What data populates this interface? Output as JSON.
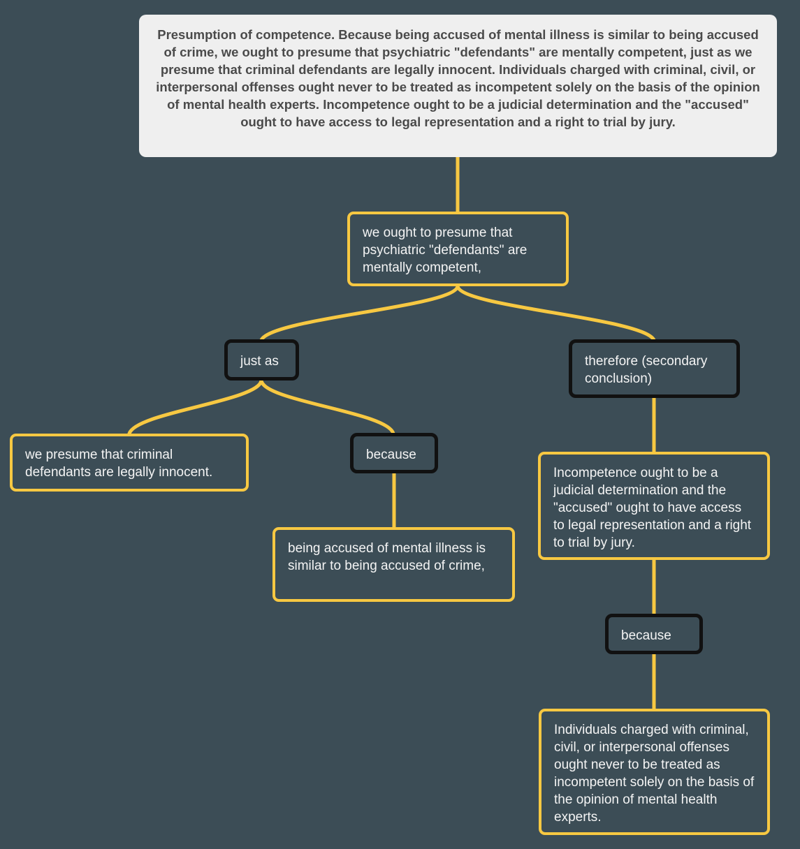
{
  "colors": {
    "background": "#3c4d56",
    "root_fill": "#efefef",
    "root_text": "#4a4a4a",
    "claim_border": "#f7c842",
    "link_line": "#f7c842",
    "connector_border": "#111111",
    "node_text": "#f4f4f4"
  },
  "root": {
    "text": "Presumption of competence. Because being accused of mental illness is similar to being accused of crime, we ought to presume that psychiatric \"defendants\" are mentally competent, just as we presume that criminal defendants are legally innocent. Individuals charged with criminal, civil, or interpersonal offenses ought never to be treated as incompetent solely on the basis of the opinion of mental health experts. Incompetence ought to be a judicial determination and the \"accused\" ought to have access to legal representation and a right to trial by jury."
  },
  "nodes": {
    "main_claim": "we ought to presume that psychiatric \"defendants\" are mentally competent,",
    "just_as": "just as",
    "analogy_claim": "we presume that criminal defendants are legally innocent.",
    "because_1": "because",
    "reason_claim": "being accused of mental illness is similar to being accused of crime,",
    "therefore": "therefore (secondary conclusion)",
    "secondary_claim": "Incompetence ought to be a judicial determination and the \"accused\" ought to have access to legal representation and a right to trial by jury.",
    "because_2": "because",
    "support_claim": "Individuals charged with criminal, civil, or interpersonal offenses ought never to be treated as incompetent solely on the basis of the opinion of mental health experts."
  }
}
